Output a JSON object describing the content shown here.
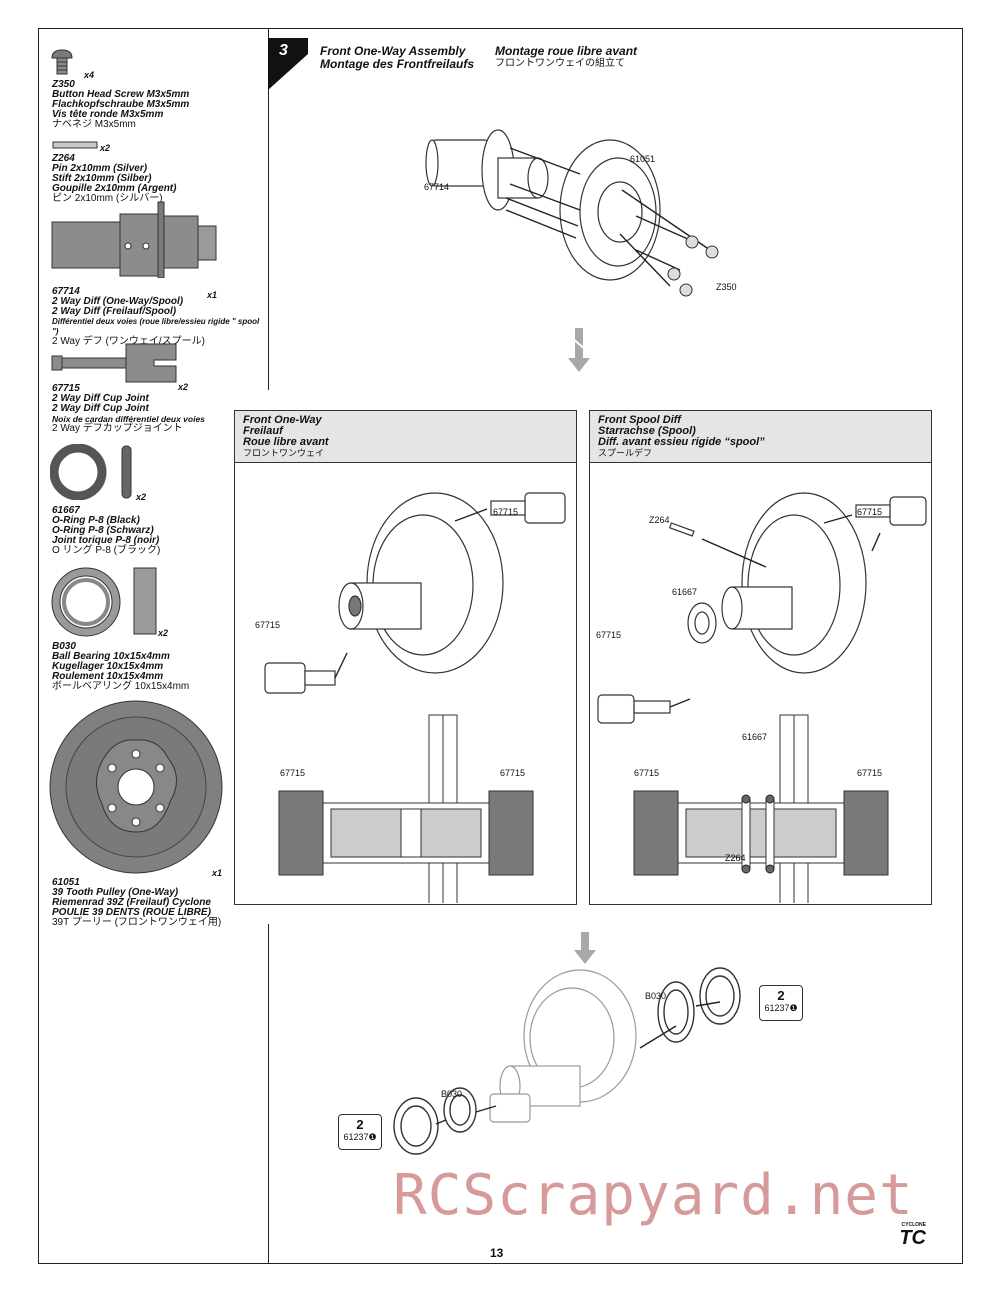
{
  "parts": [
    {
      "code": "Z350",
      "qty": "x4",
      "lines": [
        "Button Head Screw M3x5mm",
        "Flachkopfschraube M3x5mm",
        "Vis tête ronde M3x5mm"
      ],
      "jp": "ナベネジ M3x5mm"
    },
    {
      "code": "Z264",
      "qty": "x2",
      "lines": [
        "Pin 2x10mm (Silver)",
        "Stift 2x10mm (Silber)",
        "Goupille 2x10mm (Argent)"
      ],
      "jp": "ピン 2x10mm (シルバー)"
    },
    {
      "code": "67714",
      "qty": "x1",
      "lines": [
        "2 Way Diff (One-Way/Spool)",
        "2 Way Diff (Freilauf/Spool)",
        "Différentiel deux voies (roue libre/essieu rigide \" spool \")"
      ],
      "jp": "2 Way デフ (ワンウェイ/スプール)"
    },
    {
      "code": "67715",
      "qty": "x2",
      "lines": [
        "2 Way Diff Cup Joint",
        "2 Way Diff Cup Joint",
        "Noix de cardan différentiel deux voies"
      ],
      "jp": "2 Way デフカップジョイント"
    },
    {
      "code": "61667",
      "qty": "x2",
      "lines": [
        "O-Ring P-8 (Black)",
        "O-Ring P-8 (Schwarz)",
        "Joint torique P-8 (noir)"
      ],
      "jp": "O リング P-8 (ブラック)"
    },
    {
      "code": "B030",
      "qty": "x2",
      "lines": [
        "Ball Bearing 10x15x4mm",
        "Kugellager 10x15x4mm",
        "Roulement 10x15x4mm"
      ],
      "jp": "ボールベアリング 10x15x4mm"
    },
    {
      "code": "61051",
      "qty": "x1",
      "lines": [
        "39 Tooth Pulley (One-Way)",
        "Riemenrad 39Z (Freilauf) Cyclone",
        "POULIE 39 DENTS (ROUE LIBRE)"
      ],
      "jp": "39T プーリー (フロントワンウェイ用)"
    }
  ],
  "step": {
    "number": "3",
    "title_en": "Front One-Way Assembly",
    "title_de": "Montage des Frontfreilaufs",
    "title_fr": "Montage roue libre avant",
    "title_jp": "フロントワンウェイの組立て"
  },
  "top_labels": {
    "a": "67714",
    "b": "61051",
    "c": "Z350"
  },
  "left_box": {
    "lines": [
      "Front One-Way",
      "Freilauf",
      "Roue libre avant"
    ],
    "jp": "フロントワンウェイ",
    "labels": {
      "cup_top": "67715",
      "cup_left": "67715",
      "sec_left": "67715",
      "sec_right": "67715"
    }
  },
  "right_box": {
    "lines": [
      "Front Spool Diff",
      "Starrachse (Spool)",
      "Diff. avant essieu rigide “spool”"
    ],
    "jp": "スプールデフ",
    "labels": {
      "pin": "Z264",
      "cup_top": "67715",
      "oring": "61667",
      "cup_left": "67715",
      "sec_oring": "61667",
      "sec_left": "67715",
      "sec_right": "67715",
      "sec_pin": "Z264"
    }
  },
  "bottom": {
    "bearing_top": "B030",
    "bearing_bottom": "B030",
    "ref_right": {
      "num": "2",
      "code": "61237❶"
    },
    "ref_left": {
      "num": "2",
      "code": "61237❶"
    }
  },
  "watermark": "RCScrapyard.net",
  "page_number": "13",
  "logo_text": "TC",
  "logo_sub": "CYCLONE"
}
